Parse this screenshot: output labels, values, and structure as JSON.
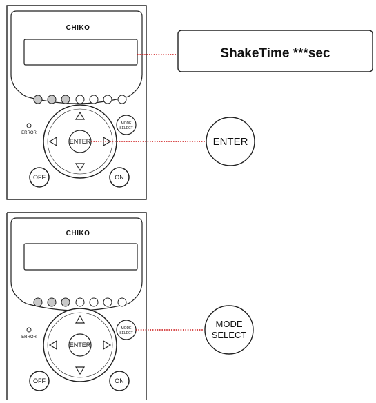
{
  "panels": [
    {
      "id": "top",
      "brand": "CHIKO",
      "error_label": "ERROR",
      "buttons": {
        "enter": "ENTER",
        "mode_line1": "MODE",
        "mode_line2": "SELECT",
        "off": "OFF",
        "on": "ON"
      },
      "indicators": {
        "count": 7,
        "filled": 3
      }
    },
    {
      "id": "bottom",
      "brand": "CHIKO",
      "error_label": "ERROR",
      "buttons": {
        "enter": "ENTER",
        "mode_line1": "MODE",
        "mode_line2": "SELECT",
        "off": "OFF",
        "on": "ON"
      },
      "indicators": {
        "count": 7,
        "filled": 3
      }
    }
  ],
  "callouts": {
    "display_text": "ShakeTime ***sec",
    "enter_label": "ENTER",
    "mode_line1": "MODE",
    "mode_line2": "SELECT"
  },
  "colors": {
    "leader_line": "#cc1111",
    "indicator_filled": "#c8c8c8",
    "panel_stroke": "#222222"
  }
}
